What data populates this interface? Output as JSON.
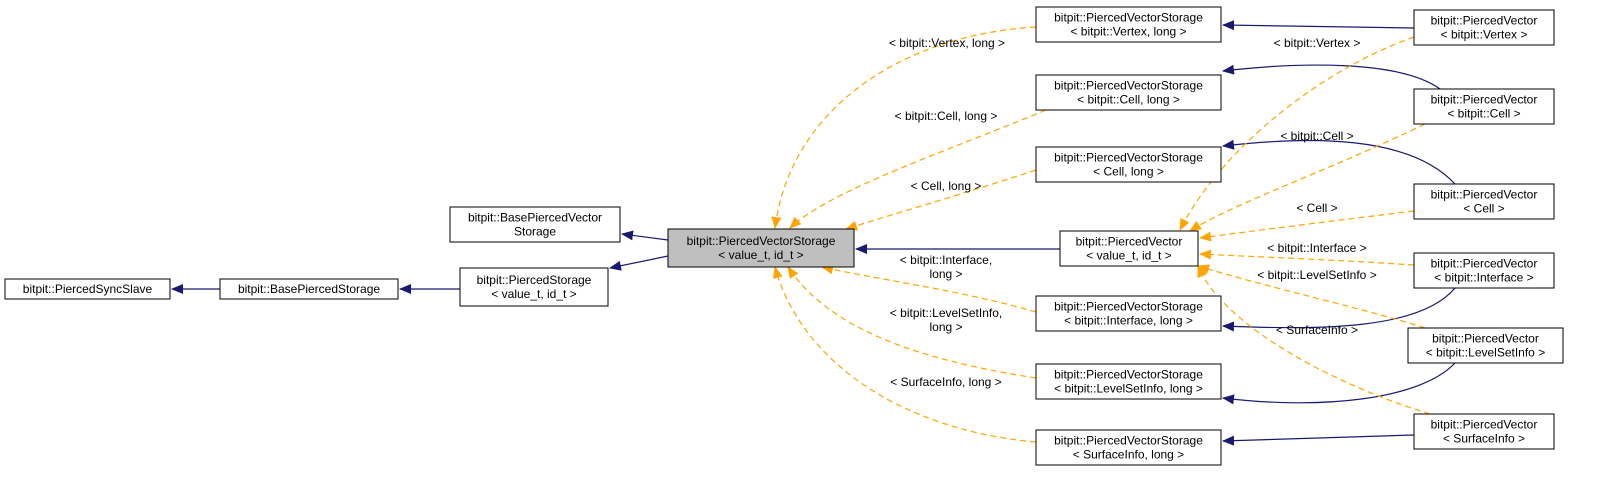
{
  "diagram": {
    "nodes": [
      {
        "id": "syncslave",
        "lines": [
          "bitpit::PiercedSyncSlave"
        ]
      },
      {
        "id": "basestorage",
        "lines": [
          "bitpit::BasePiercedStorage"
        ]
      },
      {
        "id": "basevecstorage",
        "lines": [
          "bitpit::BasePiercedVector",
          "Storage"
        ]
      },
      {
        "id": "piercedstorage",
        "lines": [
          "bitpit::PiercedStorage",
          "< value_t, id_t >"
        ]
      },
      {
        "id": "pvs",
        "lines": [
          "bitpit::PiercedVectorStorage",
          "< value_t, id_t >"
        ]
      },
      {
        "id": "pv",
        "lines": [
          "bitpit::PiercedVector",
          "< value_t, id_t >"
        ]
      },
      {
        "id": "pvs_vertex",
        "lines": [
          "bitpit::PiercedVectorStorage",
          "< bitpit::Vertex, long >"
        ]
      },
      {
        "id": "pvs_bcell",
        "lines": [
          "bitpit::PiercedVectorStorage",
          "< bitpit::Cell, long >"
        ]
      },
      {
        "id": "pvs_cell",
        "lines": [
          "bitpit::PiercedVectorStorage",
          "< Cell, long >"
        ]
      },
      {
        "id": "pvs_interface",
        "lines": [
          "bitpit::PiercedVectorStorage",
          "< bitpit::Interface, long >"
        ]
      },
      {
        "id": "pvs_levelset",
        "lines": [
          "bitpit::PiercedVectorStorage",
          "< bitpit::LevelSetInfo, long >"
        ]
      },
      {
        "id": "pvs_surface",
        "lines": [
          "bitpit::PiercedVectorStorage",
          "< SurfaceInfo, long >"
        ]
      },
      {
        "id": "pv_vertex",
        "lines": [
          "bitpit::PiercedVector",
          "< bitpit::Vertex >"
        ]
      },
      {
        "id": "pv_bcell",
        "lines": [
          "bitpit::PiercedVector",
          "< bitpit::Cell >"
        ]
      },
      {
        "id": "pv_cell",
        "lines": [
          "bitpit::PiercedVector",
          "< Cell >"
        ]
      },
      {
        "id": "pv_interface",
        "lines": [
          "bitpit::PiercedVector",
          "< bitpit::Interface >"
        ]
      },
      {
        "id": "pv_levelset",
        "lines": [
          "bitpit::PiercedVector",
          "< bitpit::LevelSetInfo >"
        ]
      },
      {
        "id": "pv_surface",
        "lines": [
          "bitpit::PiercedVector",
          "< SurfaceInfo >"
        ]
      }
    ],
    "edge_labels": [
      {
        "id": "lbl_vertex_long",
        "lines": [
          "< bitpit::Vertex, long >"
        ]
      },
      {
        "id": "lbl_bcell_long",
        "lines": [
          "< bitpit::Cell, long >"
        ]
      },
      {
        "id": "lbl_cell_long",
        "lines": [
          "< Cell, long >"
        ]
      },
      {
        "id": "lbl_interface_long",
        "lines": [
          "< bitpit::Interface,",
          "long >"
        ]
      },
      {
        "id": "lbl_levelset_long",
        "lines": [
          "< bitpit::LevelSetInfo,",
          "long >"
        ]
      },
      {
        "id": "lbl_surface_long",
        "lines": [
          "< SurfaceInfo, long >"
        ]
      },
      {
        "id": "lbl_vertex",
        "lines": [
          "< bitpit::Vertex >"
        ]
      },
      {
        "id": "lbl_bcell",
        "lines": [
          "< bitpit::Cell >"
        ]
      },
      {
        "id": "lbl_cell",
        "lines": [
          "< Cell >"
        ]
      },
      {
        "id": "lbl_interface",
        "lines": [
          "< bitpit::Interface >"
        ]
      },
      {
        "id": "lbl_levelset",
        "lines": [
          "< bitpit::LevelSetInfo >"
        ]
      },
      {
        "id": "lbl_surface",
        "lines": [
          "< SurfaceInfo >"
        ]
      }
    ],
    "colors": {
      "inheritance": "#191970",
      "template_instance": "#ffa500",
      "focus_fill": "#bfbfbf",
      "node_fill": "#ffffff"
    }
  }
}
